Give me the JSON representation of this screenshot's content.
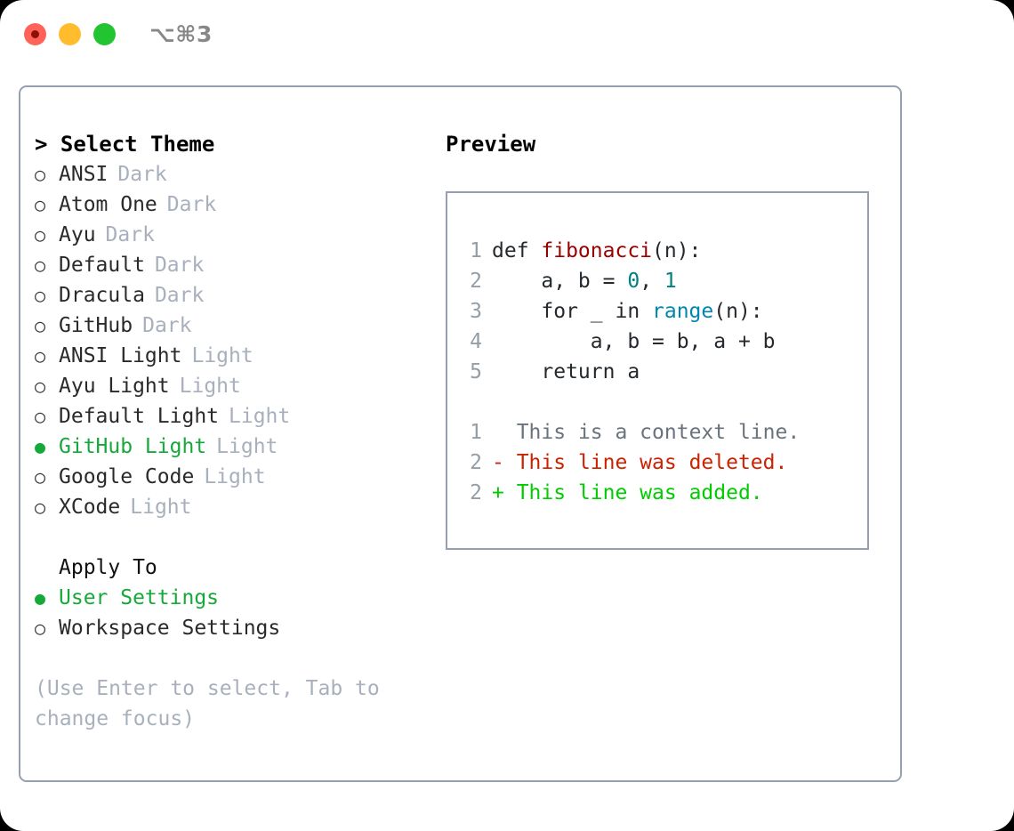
{
  "window": {
    "shortcut_label": "⌥⌘3",
    "traffic_lights": [
      "close",
      "minimize",
      "zoom"
    ]
  },
  "theme_picker": {
    "header": "> Select Theme",
    "marker_unselected": "○",
    "marker_selected": "●",
    "items": [
      {
        "name": "ANSI",
        "badge": "Dark",
        "selected": false
      },
      {
        "name": "Atom One",
        "badge": "Dark",
        "selected": false
      },
      {
        "name": "Ayu",
        "badge": "Dark",
        "selected": false
      },
      {
        "name": "Default",
        "badge": "Dark",
        "selected": false
      },
      {
        "name": "Dracula",
        "badge": "Dark",
        "selected": false
      },
      {
        "name": "GitHub",
        "badge": "Dark",
        "selected": false
      },
      {
        "name": "ANSI Light",
        "badge": "Light",
        "selected": false
      },
      {
        "name": "Ayu Light",
        "badge": "Light",
        "selected": false
      },
      {
        "name": "Default Light",
        "badge": "Light",
        "selected": false
      },
      {
        "name": "GitHub Light",
        "badge": "Light",
        "selected": true
      },
      {
        "name": "Google Code",
        "badge": "Light",
        "selected": false
      },
      {
        "name": "XCode",
        "badge": "Light",
        "selected": false
      }
    ]
  },
  "apply_to": {
    "header": "Apply To",
    "items": [
      {
        "name": "User Settings",
        "selected": true
      },
      {
        "name": "Workspace Settings",
        "selected": false
      }
    ]
  },
  "hint": "(Use Enter to select, Tab to change focus)",
  "preview": {
    "title": "Preview",
    "code_lines": [
      {
        "number": "1",
        "tokens": [
          {
            "text": "def ",
            "type": "plain"
          },
          {
            "text": "fibonacci",
            "type": "function"
          },
          {
            "text": "(n):",
            "type": "plain"
          }
        ]
      },
      {
        "number": "2",
        "tokens": [
          {
            "text": "    a, b = ",
            "type": "plain"
          },
          {
            "text": "0",
            "type": "number"
          },
          {
            "text": ", ",
            "type": "plain"
          },
          {
            "text": "1",
            "type": "number"
          }
        ]
      },
      {
        "number": "3",
        "tokens": [
          {
            "text": "    for _ in ",
            "type": "plain"
          },
          {
            "text": "range",
            "type": "builtin"
          },
          {
            "text": "(n):",
            "type": "plain"
          }
        ]
      },
      {
        "number": "4",
        "tokens": [
          {
            "text": "        a, b = b, a + b",
            "type": "plain"
          }
        ]
      },
      {
        "number": "5",
        "tokens": [
          {
            "text": "    return a",
            "type": "plain"
          }
        ]
      }
    ],
    "diff_lines": [
      {
        "number": "1",
        "sign": " ",
        "text": " This is a context line.",
        "kind": "context"
      },
      {
        "number": "2",
        "sign": "-",
        "text": " This line was deleted.",
        "kind": "deleted"
      },
      {
        "number": "2",
        "sign": "+",
        "text": " This line was added.",
        "kind": "added"
      }
    ]
  },
  "colors": {
    "selection_green": "#17a83a",
    "muted_badge": "#a8b0bd",
    "panel_border": "#97a0b0",
    "syntax_function": "#990000",
    "syntax_number": "#008080",
    "syntax_builtin": "#0086b3",
    "diff_deleted": "#cc2200",
    "diff_added": "#00cc00",
    "diff_context": "#6a737d",
    "line_number": "#959da5"
  }
}
